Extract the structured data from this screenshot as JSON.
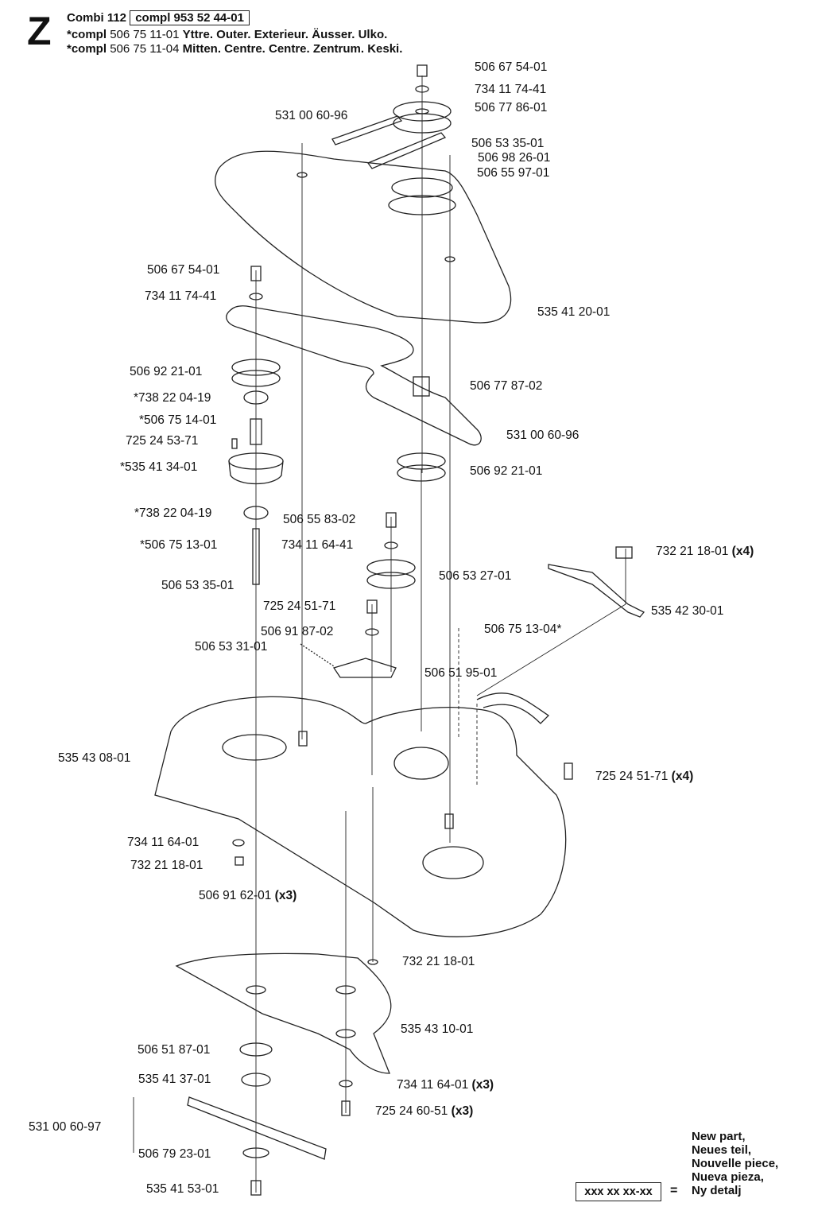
{
  "header": {
    "section_letter": "Z",
    "model": "Combi 112",
    "assembly_code": "compl 953 52 44-01",
    "kit1_prefix": "*compl",
    "kit1_code": "506 75 11-01",
    "kit1_desc": "Yttre. Outer. Exterieur. Äusser. Ulko.",
    "kit2_prefix": "*compl",
    "kit2_code": "506 75 11-04",
    "kit2_desc": "Mitten. Centre. Centre. Zentrum. Keski."
  },
  "labels": [
    {
      "id": "l1",
      "text": "506 67 54-01",
      "qty": ""
    },
    {
      "id": "l2",
      "text": "734 11 74-41",
      "qty": ""
    },
    {
      "id": "l3",
      "text": "506 77 86-01",
      "qty": ""
    },
    {
      "id": "l4",
      "text": "531 00 60-96",
      "qty": ""
    },
    {
      "id": "l5",
      "text": "506 53 35-01",
      "qty": ""
    },
    {
      "id": "l6",
      "text": "506 98 26-01",
      "qty": ""
    },
    {
      "id": "l7",
      "text": "506 55 97-01",
      "qty": ""
    },
    {
      "id": "l8",
      "text": "506 67 54-01",
      "qty": ""
    },
    {
      "id": "l9",
      "text": "734 11 74-41",
      "qty": ""
    },
    {
      "id": "l10",
      "text": "535 41 20-01",
      "qty": ""
    },
    {
      "id": "l11",
      "text": "506 92 21-01",
      "qty": ""
    },
    {
      "id": "l12",
      "text": "506 77 87-02",
      "qty": ""
    },
    {
      "id": "l13",
      "text": "*738 22 04-19",
      "qty": ""
    },
    {
      "id": "l14",
      "text": "*506 75 14-01",
      "qty": ""
    },
    {
      "id": "l15",
      "text": "531 00 60-96",
      "qty": ""
    },
    {
      "id": "l16",
      "text": "725 24 53-71",
      "qty": ""
    },
    {
      "id": "l17",
      "text": "*535 41 34-01",
      "qty": ""
    },
    {
      "id": "l18",
      "text": "506 92 21-01",
      "qty": ""
    },
    {
      "id": "l19",
      "text": "*738 22 04-19",
      "qty": ""
    },
    {
      "id": "l20",
      "text": "506 55 83-02",
      "qty": ""
    },
    {
      "id": "l21",
      "text": "*506 75 13-01",
      "qty": ""
    },
    {
      "id": "l22",
      "text": "734 11 64-41",
      "qty": ""
    },
    {
      "id": "l23",
      "text": "732 21 18-01",
      "qty": "(x4)"
    },
    {
      "id": "l24",
      "text": "506 53 27-01",
      "qty": ""
    },
    {
      "id": "l25",
      "text": "506 53 35-01",
      "qty": ""
    },
    {
      "id": "l26",
      "text": "725 24 51-71",
      "qty": ""
    },
    {
      "id": "l27",
      "text": "535 42 30-01",
      "qty": ""
    },
    {
      "id": "l28",
      "text": "506 91 87-02",
      "qty": ""
    },
    {
      "id": "l29",
      "text": "506 75 13-04*",
      "qty": ""
    },
    {
      "id": "l30",
      "text": "506 53 31-01",
      "qty": ""
    },
    {
      "id": "l31",
      "text": "506 51 95-01",
      "qty": ""
    },
    {
      "id": "l32",
      "text": "535 43 08-01",
      "qty": ""
    },
    {
      "id": "l33",
      "text": "725 24 51-71",
      "qty": "(x4)"
    },
    {
      "id": "l34",
      "text": "734 11 64-01",
      "qty": ""
    },
    {
      "id": "l35",
      "text": "732 21 18-01",
      "qty": ""
    },
    {
      "id": "l36",
      "text": "506 91 62-01",
      "qty": "(x3)"
    },
    {
      "id": "l37",
      "text": "732 21 18-01",
      "qty": ""
    },
    {
      "id": "l38",
      "text": "535 43 10-01",
      "qty": ""
    },
    {
      "id": "l39",
      "text": "506 51 87-01",
      "qty": ""
    },
    {
      "id": "l40",
      "text": "535 41 37-01",
      "qty": ""
    },
    {
      "id": "l41",
      "text": "734 11 64-01",
      "qty": "(x3)"
    },
    {
      "id": "l42",
      "text": "725 24 60-51",
      "qty": "(x3)"
    },
    {
      "id": "l43",
      "text": "531 00 60-97",
      "qty": ""
    },
    {
      "id": "l44",
      "text": "506 79 23-01",
      "qty": ""
    },
    {
      "id": "l45",
      "text": "535 41 53-01",
      "qty": ""
    }
  ],
  "legend": {
    "lines": [
      "New part,",
      "Neues teil,",
      "Nouvelle piece,",
      "Nueva pieza,",
      "Ny detalj"
    ],
    "placeholder": "xxx xx xx-xx",
    "equals": "="
  }
}
